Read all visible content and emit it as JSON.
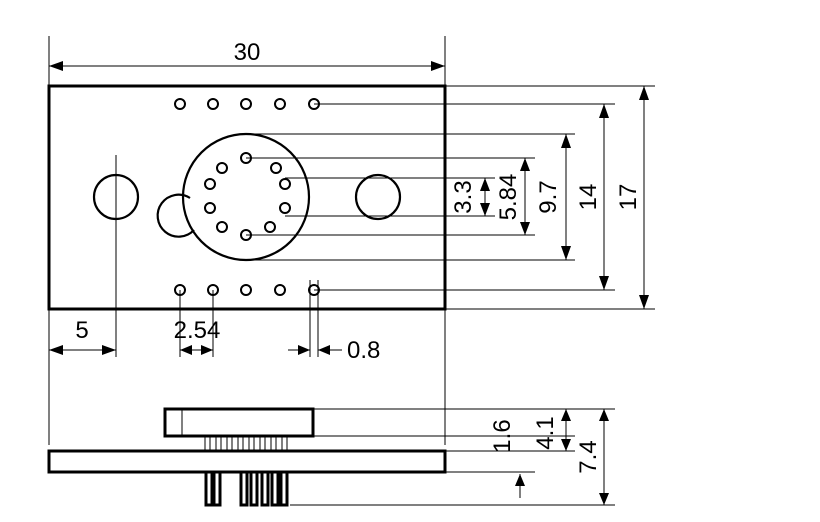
{
  "dimensions": {
    "width_total": "30",
    "hole_offset": "5",
    "pin_pitch": "2.54",
    "pin_diameter": "0.8",
    "inner_pin_spacing": "3.3",
    "ring_pin_spacing": "5.84",
    "can_diameter": "9.7",
    "outer_pin_spacing": "14",
    "height_total": "17",
    "can_height": "1.6",
    "top_height": "4.1",
    "overall_height": "7.4"
  }
}
